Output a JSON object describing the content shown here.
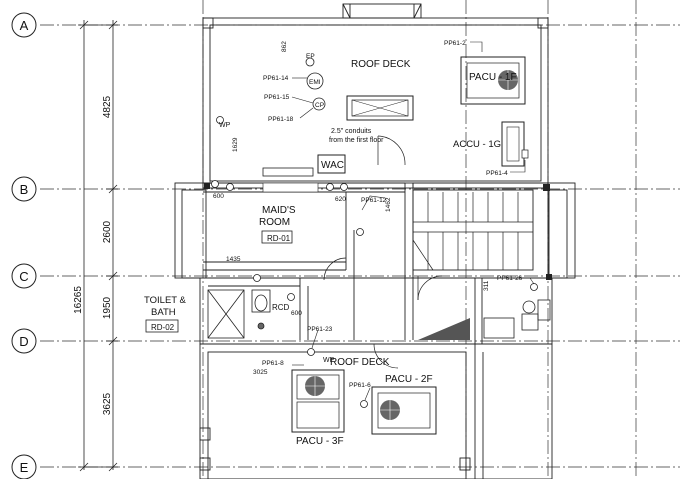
{
  "grid": {
    "bubbles": [
      "A",
      "B",
      "C",
      "D",
      "E"
    ]
  },
  "dimensions": {
    "total": "16265",
    "segments": [
      "4825",
      "2600",
      "1950",
      "3625"
    ]
  },
  "rooms": {
    "roof_deck_top": "ROOF DECK",
    "roof_deck_bottom": "ROOF DECK",
    "maids_room_line1": "MAID'S",
    "maids_room_line2": "ROOM",
    "maids_room_tag": "RD-01",
    "toilet_line1": "TOILET &",
    "toilet_line2": "BATH",
    "toilet_tag": "RD-02"
  },
  "equipment": {
    "pacu_1f": "PACU - 1F",
    "accu_1g": "ACCU - 1G",
    "pacu_2f": "PACU - 2F",
    "pacu_3f": "PACU - 3F",
    "wac": "WAC",
    "rcd": "RCD",
    "wp1": "WP",
    "wp2": "WP",
    "ep": "EP",
    "emi": "EMI",
    "cp": "CP"
  },
  "notes": {
    "conduits_line1": "2.5\" conduits",
    "conduits_line2": "from the first floor"
  },
  "circuits": {
    "pp_1f": "PP61-2",
    "pp_14": "PP61-14",
    "pp_15": "PP61-15",
    "pp_18": "PP61-18",
    "pp_4": "PP61-4",
    "pp_12": "PP61-12",
    "pp_26": "PP61-26",
    "pp_23": "PP61-23",
    "pp_8": "PP61-8",
    "pp_6": "PP61-6"
  },
  "small_dims": {
    "d862": "862",
    "d1629": "1629",
    "d600": "600",
    "d620": "620",
    "d1462": "1462",
    "d1435": "1435",
    "d311": "311",
    "d600b": "600",
    "d3025": "3025"
  }
}
